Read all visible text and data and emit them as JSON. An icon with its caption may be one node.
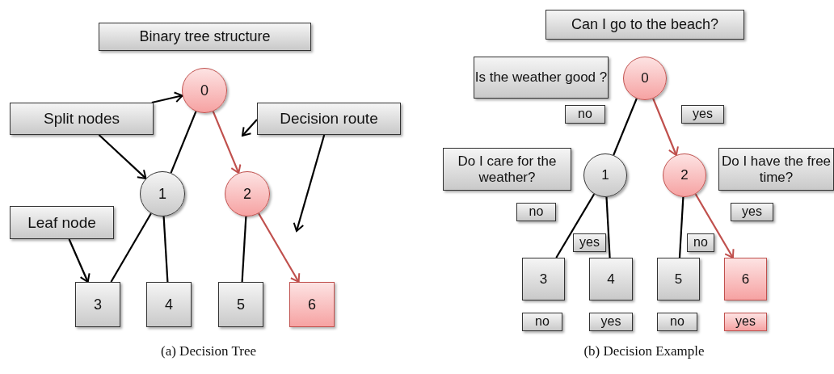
{
  "diagram": {
    "nodes": [
      {
        "text": [
          "Binary tree structure"
        ]
      },
      {
        "text": [
          "0"
        ]
      },
      {
        "text": [
          "1"
        ]
      },
      {
        "text": [
          "2"
        ]
      },
      {
        "text": [
          "3"
        ]
      },
      {
        "text": [
          "4"
        ]
      },
      {
        "text": [
          "5"
        ]
      },
      {
        "text": [
          "6"
        ]
      },
      {
        "text": [
          "Split nodes"
        ]
      },
      {
        "text": [
          "Decision route"
        ]
      },
      {
        "text": [
          "Leaf node"
        ]
      },
      {
        "text": [
          "Can I go to the beach?"
        ]
      },
      {
        "text": [
          "Is the weather good ?"
        ]
      },
      {
        "text": [
          "0"
        ]
      },
      {
        "text": [
          "no"
        ]
      },
      {
        "text": [
          "yes"
        ]
      },
      {
        "text": [
          "Do I care for the weather?"
        ]
      },
      {
        "text": [
          "1"
        ]
      },
      {
        "text": [
          "2"
        ]
      },
      {
        "text": [
          "Do I have the free time?"
        ]
      },
      {
        "text": [
          "no"
        ]
      },
      {
        "text": [
          "yes"
        ]
      },
      {
        "text": [
          "yes"
        ]
      },
      {
        "text": [
          "no"
        ]
      },
      {
        "text": [
          "3"
        ]
      },
      {
        "text": [
          "4"
        ]
      },
      {
        "text": [
          "5"
        ]
      },
      {
        "text": [
          "6"
        ]
      },
      {
        "text": [
          "no"
        ]
      },
      {
        "text": [
          "yes"
        ]
      },
      {
        "text": [
          "no"
        ]
      },
      {
        "text": [
          "yes"
        ]
      }
    ],
    "edges": [
      {
        "from": 1,
        "to": 2,
        "arrow": "none"
      },
      {
        "from": 1,
        "to": 3,
        "arrow": "to",
        "color": "#c0504d"
      },
      {
        "from": 2,
        "to": 4,
        "arrow": "none"
      },
      {
        "from": 2,
        "to": 5,
        "arrow": "none"
      },
      {
        "from": 3,
        "to": 6,
        "arrow": "none"
      },
      {
        "from": 3,
        "to": 7,
        "arrow": "to",
        "color": "#c0504d"
      },
      {
        "from": 8,
        "to": 1,
        "arrow": "to"
      },
      {
        "from": 8,
        "to": 2,
        "arrow": "to"
      },
      {
        "from": 9,
        "to": null,
        "arrow": "to"
      },
      {
        "from": 9,
        "to": null,
        "arrow": "to"
      },
      {
        "from": 10,
        "to": 4,
        "arrow": "to"
      },
      {
        "from": 13,
        "to": 17,
        "arrow": "none"
      },
      {
        "from": 13,
        "to": 18,
        "arrow": "to",
        "color": "#c0504d"
      },
      {
        "from": 17,
        "to": 24,
        "arrow": "none"
      },
      {
        "from": 17,
        "to": 25,
        "arrow": "none"
      },
      {
        "from": 18,
        "to": 26,
        "arrow": "none"
      },
      {
        "from": 18,
        "to": 27,
        "arrow": "to",
        "color": "#c0504d"
      }
    ],
    "labels": [
      "(a) Decision Tree",
      "(b) Decision Example"
    ]
  }
}
